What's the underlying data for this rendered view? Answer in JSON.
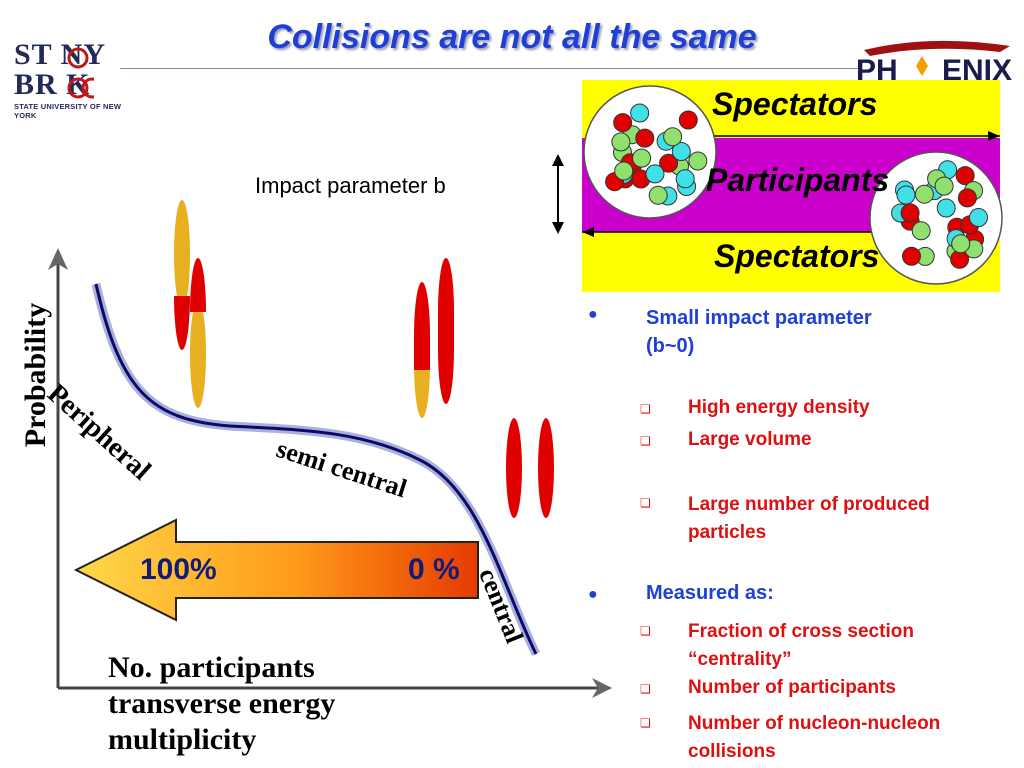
{
  "slide": {
    "title": "Collisions are not all the same",
    "logo_left": {
      "line1": "ST NY",
      "line2": "BR K",
      "subtitle": "STATE UNIVERSITY OF NEW YORK"
    },
    "logo_right": {
      "text_left": "PH",
      "text_right": "ENIX"
    }
  },
  "collision": {
    "impact_label": "Impact parameter  b",
    "spectators_top": "Spectators",
    "participants": "Participants",
    "spectators_bottom": "Spectators"
  },
  "plot": {
    "ylabel": "Probability",
    "xlabel_lines": [
      "No. participants",
      "transverse energy",
      "multiplicity"
    ],
    "curve_labels": {
      "peripheral": "Peripheral",
      "semi": "semi central",
      "central": "central"
    },
    "arrow_left": "100%",
    "arrow_right": "0 %"
  },
  "notes": {
    "bullet1": {
      "line1": "Small impact parameter",
      "line2": "(b~0)"
    },
    "sub1": [
      "High energy density",
      "Large volume"
    ],
    "sub1b": {
      "line1": "Large number of produced",
      "line2": "particles"
    },
    "bullet2": "Measured as:",
    "sub2a": {
      "line1": "Fraction of cross section",
      "line2": "“centrality”"
    },
    "sub2b": "Number of participants",
    "sub2c": {
      "line1": "Number of nucleon-nucleon",
      "line2": "collisions"
    }
  },
  "colors": {
    "title_blue": "#1f3fd6",
    "spectator_yellow": "#ffff00",
    "participant_magenta": "#cc00cc",
    "note_red": "#dd1111",
    "nucleus_red": "#e00000",
    "nucleus_orange": "#e8b020"
  }
}
